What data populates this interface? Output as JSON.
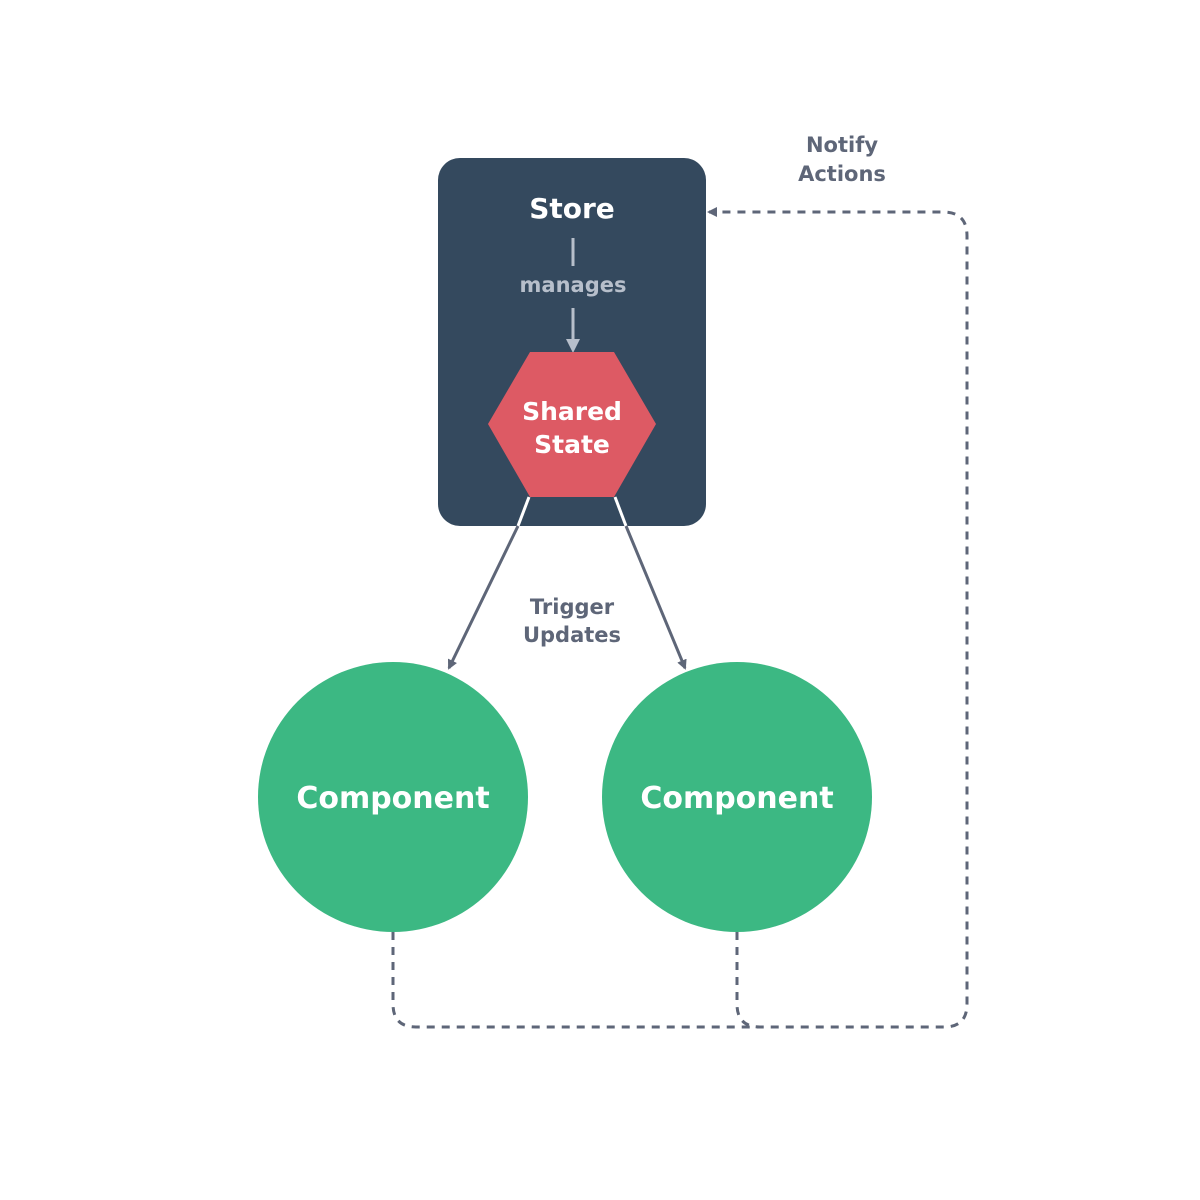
{
  "store": {
    "title": "Store",
    "manages_label": "manages"
  },
  "shared_state": {
    "line1": "Shared",
    "line2": "State"
  },
  "trigger_updates": {
    "line1": "Trigger",
    "line2": "Updates"
  },
  "notify_actions": {
    "line1": "Notify",
    "line2": "Actions"
  },
  "components": [
    {
      "label": "Component"
    },
    {
      "label": "Component"
    }
  ],
  "colors": {
    "store_bg": "#34495e",
    "shared_state": "#dd5a64",
    "component": "#3cb883",
    "arrow": "#5e6678",
    "manages_arrow": "#b7bfcb",
    "white_edge": "#ffffff"
  }
}
